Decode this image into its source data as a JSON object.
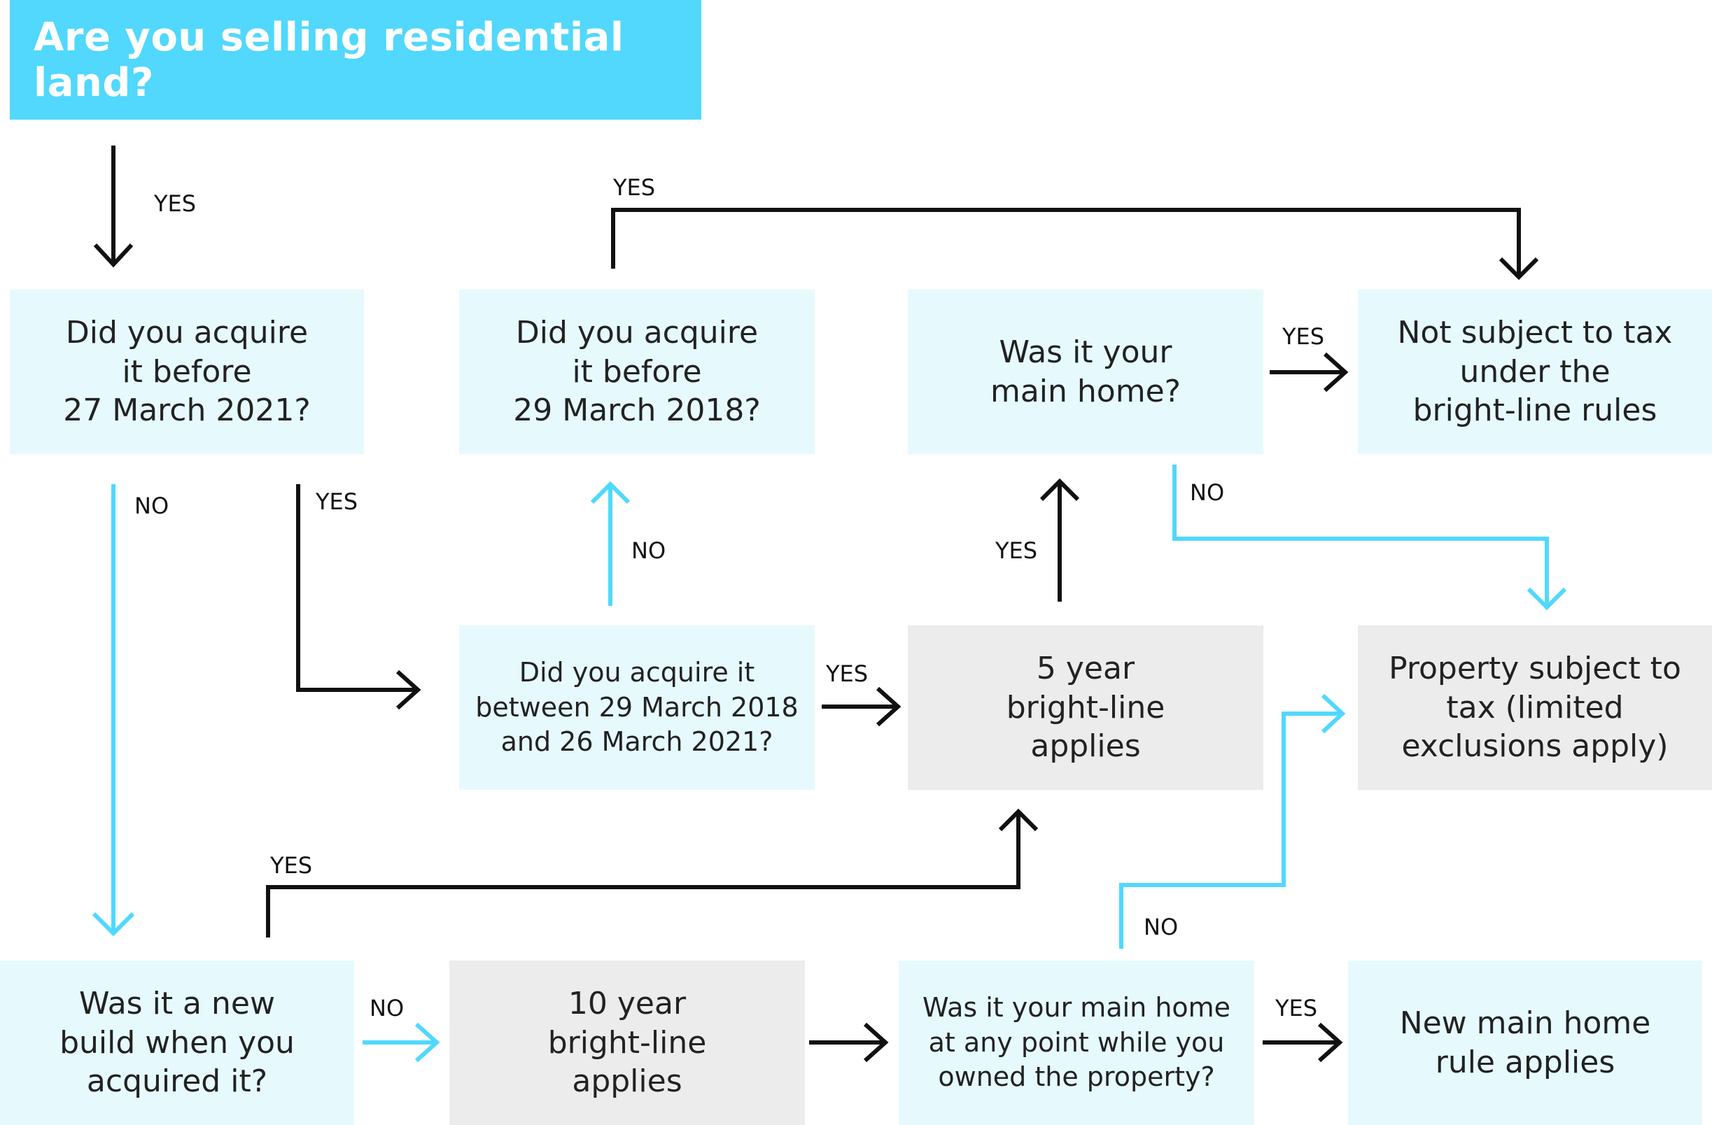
{
  "title": "Are you selling residential land?",
  "boxes": {
    "q_before_2021": "Did you acquire\nit before\n27 March 2021?",
    "q_before_2018": "Did you acquire\nit before\n29 March 2018?",
    "q_main_home": "Was it your\nmain home?",
    "not_subject": "Not subject to tax\nunder the\nbright-line rules",
    "q_between": "Did you acquire it\nbetween 29 March 2018\nand 26 March 2021?",
    "five_year": "5 year\nbright-line\napplies",
    "property_subject": "Property subject to\ntax (limited\nexclusions apply)",
    "q_new_build": "Was it a new\nbuild when you\nacquired it?",
    "ten_year": "10 year\nbright-line\napplies",
    "q_main_home_any": "Was it your main home\nat any point while you\nowned the property?",
    "new_main_home": "New main home\nrule applies"
  },
  "labels": {
    "yes_title": "YES",
    "yes_top_2018": "YES",
    "yes_main_home": "YES",
    "no_main_home": "NO",
    "no_2021": "NO",
    "yes_2021": "YES",
    "no_2018": "NO",
    "yes_5yr_up": "YES",
    "yes_between": "YES",
    "yes_new_build": "YES",
    "no_new_build": "NO",
    "no_any": "NO",
    "yes_any": "YES"
  },
  "colors": {
    "title_bg": "#51d8fc",
    "question_bg": "#e6fafe",
    "outcome_bg": "#ececec",
    "yes_arrow": "#111111",
    "no_arrow": "#51d8fc"
  }
}
